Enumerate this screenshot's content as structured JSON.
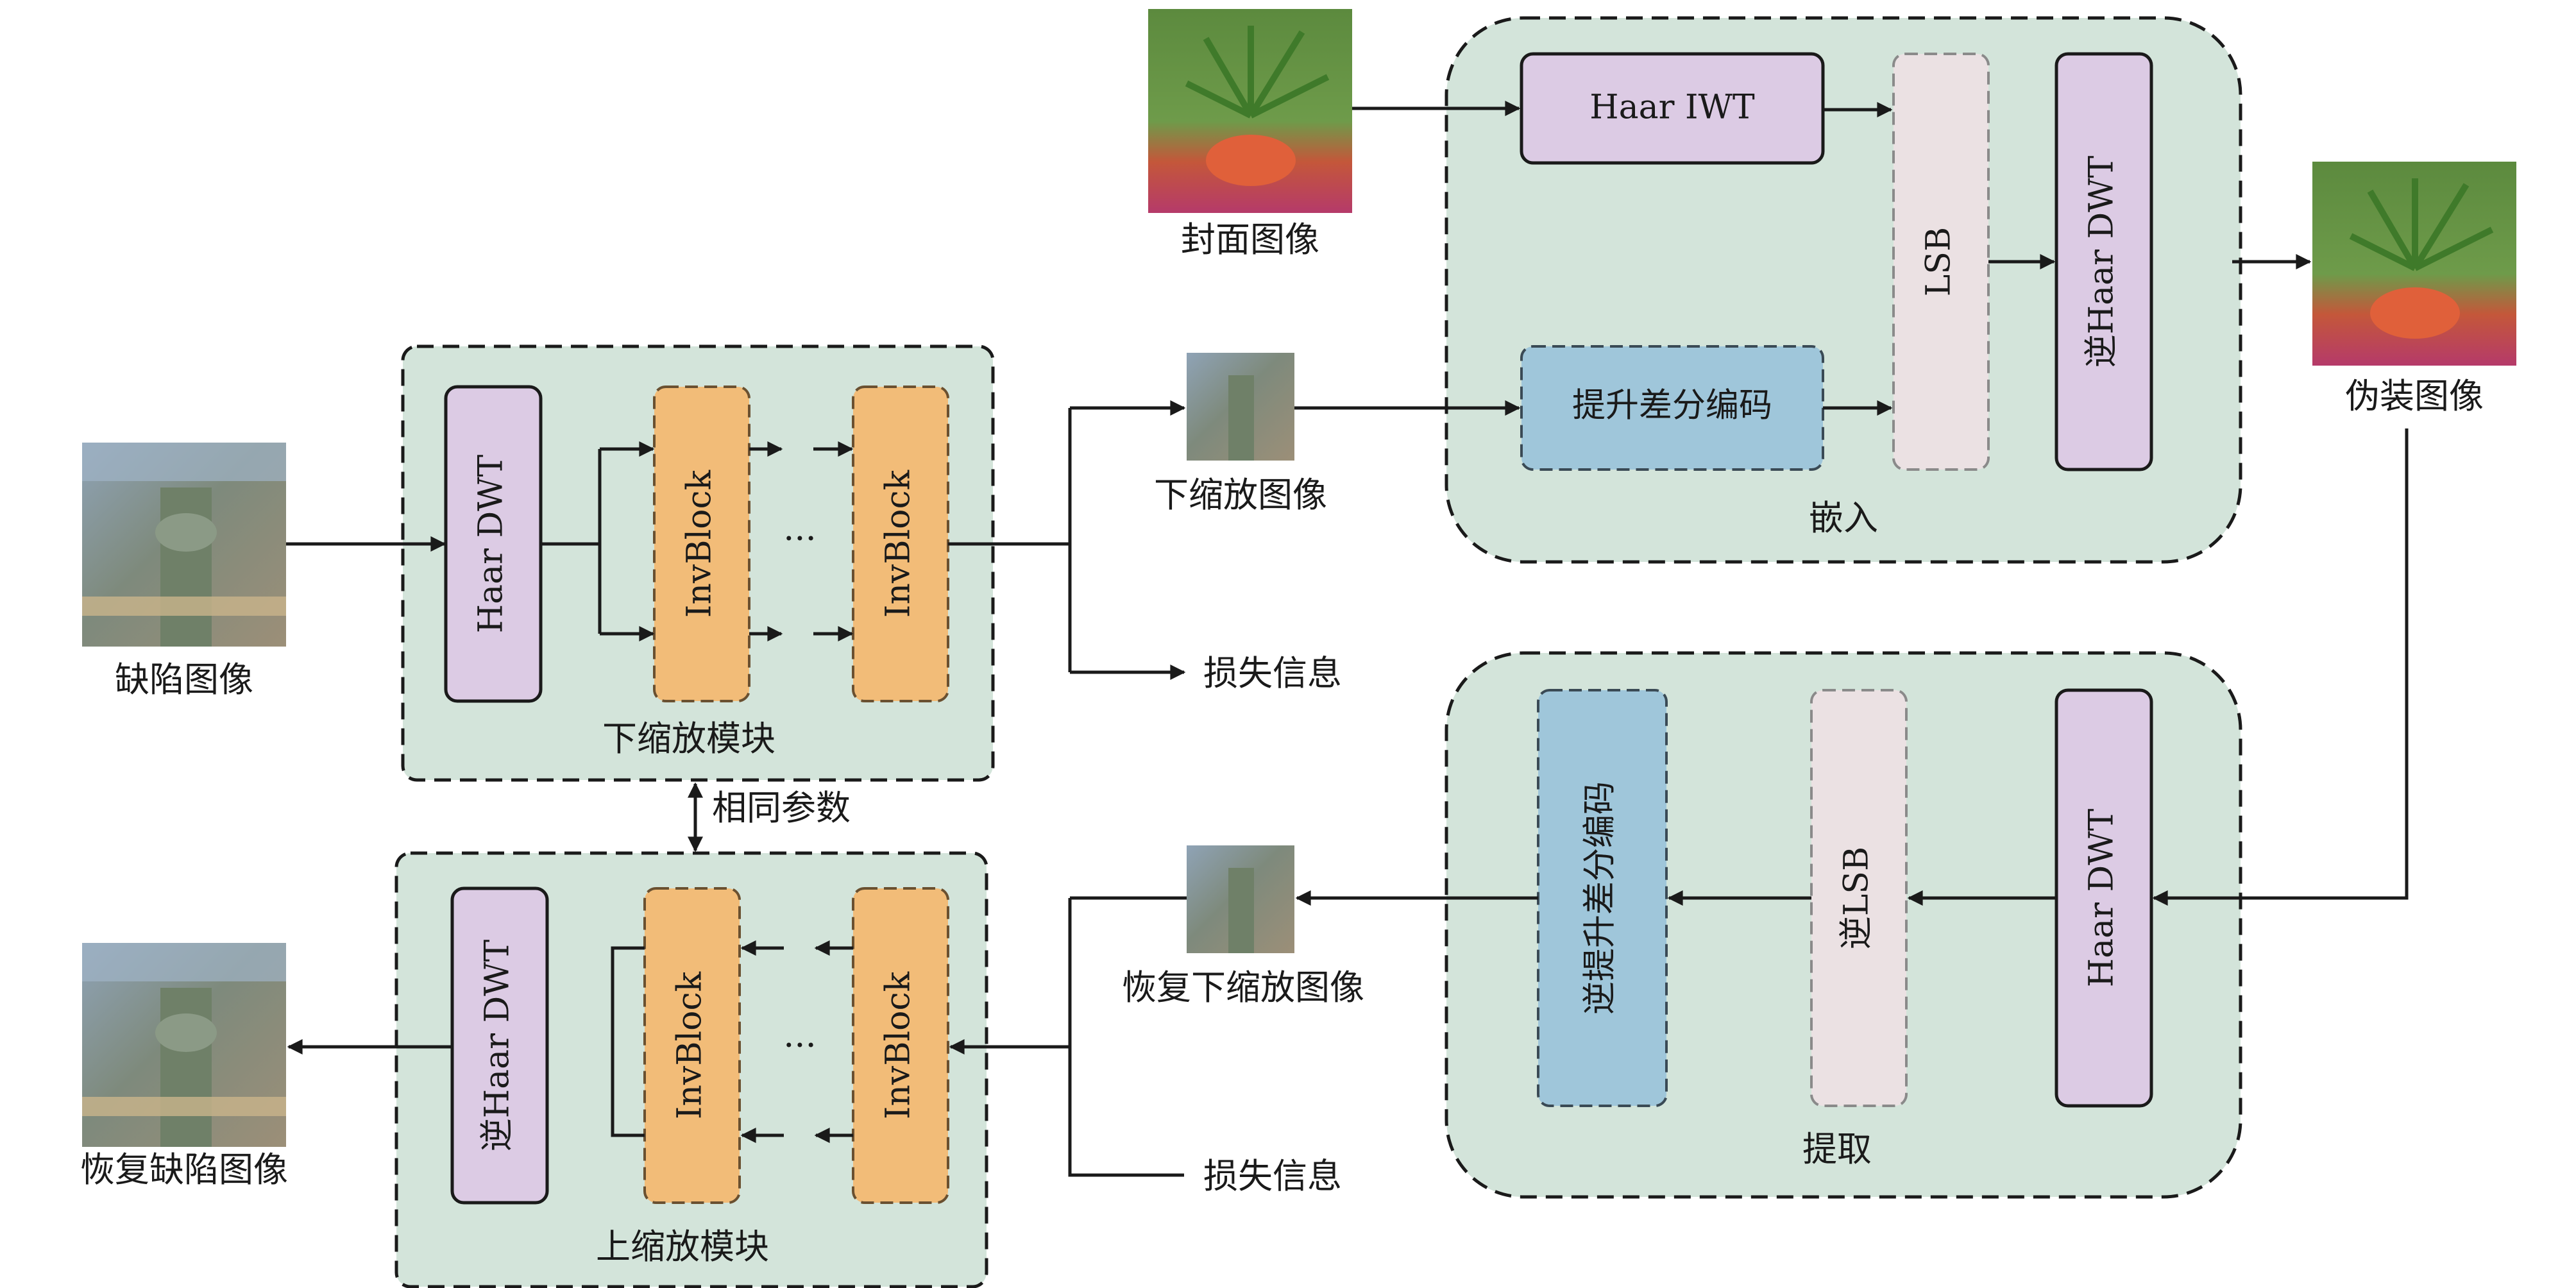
{
  "labels": {
    "defect_image": "缺陷图像",
    "down_module": "下缩放模块",
    "same_params": "相同参数",
    "up_module": "上缩放模块",
    "restored_defect_image": "恢复缺陷图像",
    "cover_image": "封面图像",
    "downscaled_image": "下缩放图像",
    "lost_info_top": "损失信息",
    "embed": "嵌入",
    "stego_image": "伪装图像",
    "extract": "提取",
    "restored_downscaled_image": "恢复下缩放图像",
    "lost_info_bottom": "损失信息",
    "ellipsis_top": "···",
    "ellipsis_bottom": "···"
  },
  "blocks": {
    "haar_dwt_down": "Haar DWT",
    "invblock_down_1": "InvBlock",
    "invblock_down_2": "InvBlock",
    "inv_haar_dwt_up": "逆Haar DWT",
    "invblock_up_1": "InvBlock",
    "invblock_up_2": "InvBlock",
    "haar_iwt": "Haar IWT",
    "lifting_diff_encode": "提升差分编码",
    "lsb": "LSB",
    "inv_haar_dwt_embed": "逆Haar DWT",
    "haar_dwt_extract": "Haar DWT",
    "inv_lsb": "逆LSB",
    "inv_lifting_diff_encode": "逆提升差分编码"
  },
  "colors": {
    "module_fill": "#d3e4da",
    "haar_fill": "#dccbe4",
    "invblock_fill": "#f2bc78",
    "encode_fill": "#9fc6da",
    "lsb_fill": "#ebe1e3",
    "stroke": "#1a1a1a"
  }
}
